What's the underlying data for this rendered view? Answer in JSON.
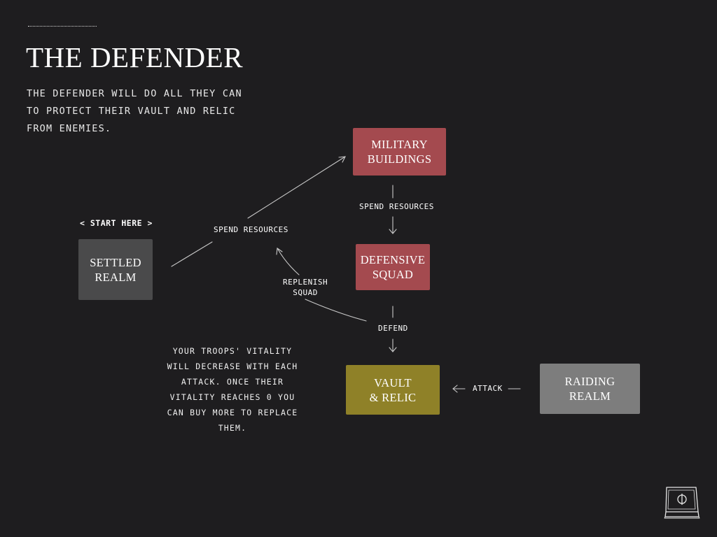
{
  "header": {
    "title": "THE DEFENDER",
    "intro": "THE DEFENDER WILL DO ALL THEY CAN TO PROTECT THEIR VAULT AND RELIC FROM ENEMIES."
  },
  "start_label": "< START HERE >",
  "nodes": {
    "settled_realm": {
      "line1": "SETTLED",
      "line2": "REALM"
    },
    "military_buildings": {
      "line1": "MILITARY",
      "line2": "BUILDINGS"
    },
    "defensive_squad": {
      "line1": "DEFENSIVE",
      "line2": "SQUAD"
    },
    "vault_relic": {
      "line1": "VAULT",
      "line2": "& RELIC"
    },
    "raiding_realm": {
      "line1": "RAIDING",
      "line2": "REALM"
    }
  },
  "edges": {
    "spend_resources_1": "SPEND RESOURCES",
    "spend_resources_2": "SPEND RESOURCES",
    "replenish_line1": "REPLENISH",
    "replenish_line2": "SQUAD",
    "defend": "DEFEND",
    "attack": "ATTACK"
  },
  "note": "YOUR TROOPS' VITALITY WILL DECREASE WITH EACH ATTACK. ONCE THEIR VITALITY REACHES 0 YOU CAN BUY MORE TO REPLACE THEM.",
  "colors": {
    "background": "#1e1d1f",
    "military": "#a44a4f",
    "vault": "#8f8128",
    "settled": "#4a4a4b",
    "raiding": "#7d7d7d"
  },
  "icons": {
    "corner": "book-icon"
  }
}
